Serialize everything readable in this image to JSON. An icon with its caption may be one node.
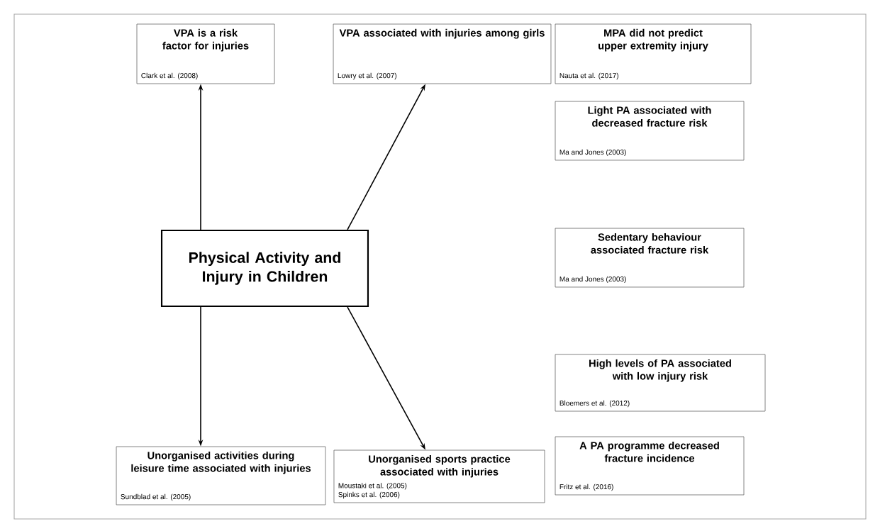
{
  "diagram": {
    "nodes": [
      {
        "text": [
          "VPA is a risk factor for injuries",
          "Clark et al. (2008)"
        ]
      },
      {
        "text": [
          "VPA associated with injuries among girls",
          "Lowry et al. (2007)"
        ]
      },
      {
        "text": [
          "MPA did not predict upper extremity injury",
          "Nauta et al. (2017)"
        ]
      },
      {
        "text": [
          "Light PA associated with decreased fracture risk",
          "Ma and Jones (2003)"
        ]
      },
      {
        "text": [
          "Physical Activity and Injury in Children"
        ]
      },
      {
        "text": [
          "Sedentary behaviour associated fracture risk",
          "Ma and Jones (2003)"
        ]
      },
      {
        "text": [
          "High levels of PA associated with low injury risk",
          "Bloemers et al. (2012)"
        ]
      },
      {
        "text": [
          "Unorganised activities during leisure time associated with injuries",
          "Sundblad et al. (2005)"
        ]
      },
      {
        "text": [
          "Unorganised sports practice associated with injuries",
          "Moustaki et al. (2005)",
          "Spinks et al. (2006)"
        ]
      },
      {
        "text": [
          "A PA programme decreased fracture incidence",
          "Fritz et al. (2016)"
        ]
      }
    ],
    "edges": [
      {
        "from": 4,
        "to": 0,
        "arrow": "to"
      },
      {
        "from": 4,
        "to": 1,
        "arrow": "to"
      },
      {
        "from": 4,
        "to": 7,
        "arrow": "to"
      },
      {
        "from": 4,
        "to": 8,
        "arrow": "to"
      }
    ]
  }
}
